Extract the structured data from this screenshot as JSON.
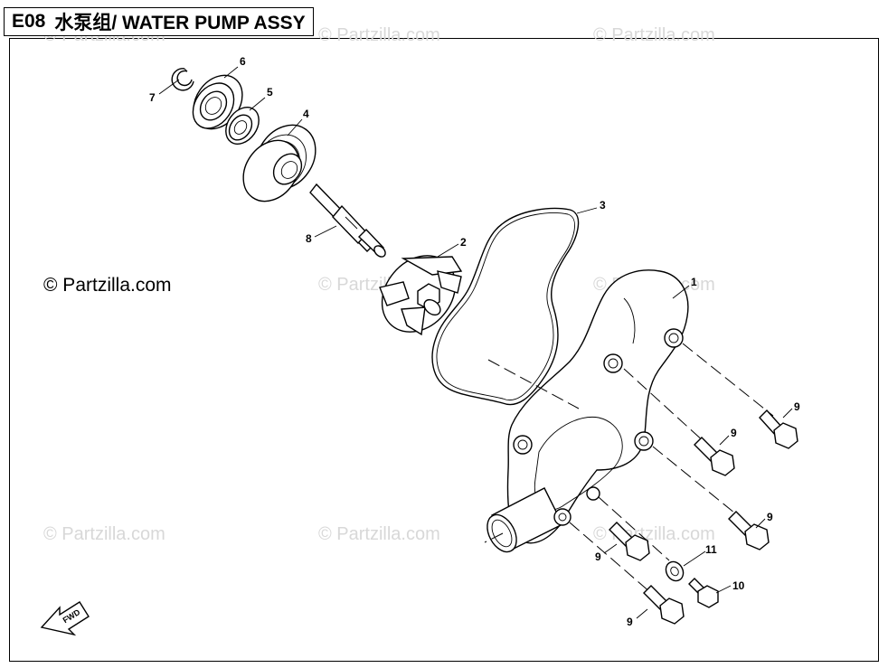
{
  "header": {
    "code": "E08",
    "title": "水泵组/ WATER PUMP ASSY"
  },
  "copyright": "© Partzilla.com",
  "watermark": "© Partzilla.com",
  "fwd_label": "FWD",
  "callouts": {
    "c1": "1",
    "c2": "2",
    "c3": "3",
    "c4": "4",
    "c5": "5",
    "c6": "6",
    "c7": "7",
    "c8": "8",
    "c9a": "9",
    "c9b": "9",
    "c9c": "9",
    "c9d": "9",
    "c9e": "9",
    "c10": "10",
    "c11": "11"
  },
  "colors": {
    "line": "#000000",
    "watermark": "#d8d8d8",
    "background": "#ffffff"
  }
}
